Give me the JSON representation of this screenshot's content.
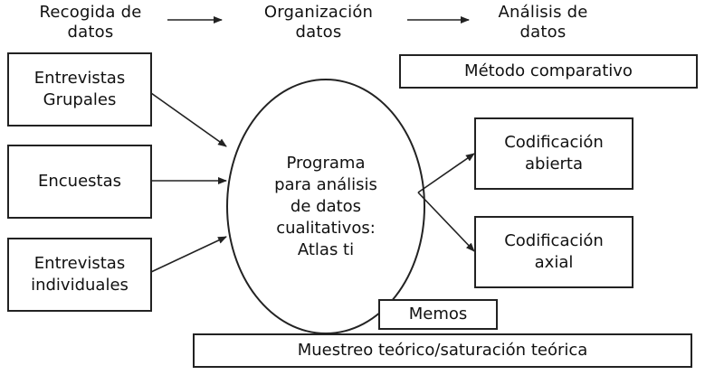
{
  "headers": {
    "collection": "Recogida de\ndatos",
    "organization": "Organización\ndatos",
    "analysis": "Análisis de\ndatos"
  },
  "method": "Método comparativo",
  "sources": [
    "Entrevistas\nGrupales",
    "Encuestas",
    "Entrevistas\nindividuales"
  ],
  "program": "Programa\npara análisis\nde datos\ncualitativos:\nAtlas ti",
  "coding": [
    "Codificación\nabierta",
    "Codificación\naxial"
  ],
  "memos": "Memos",
  "sampling": "Muestreo teórico/saturación teórica",
  "colors": {
    "stroke": "#222222",
    "background": "#ffffff"
  }
}
